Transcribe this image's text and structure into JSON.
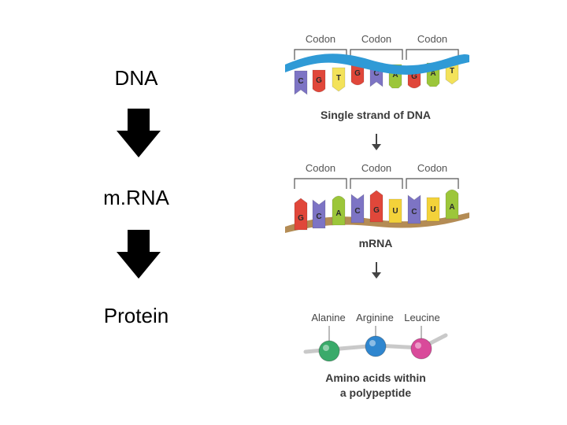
{
  "flow": {
    "dna": "DNA",
    "mrna": "m.RNA",
    "protein": "Protein"
  },
  "figure": {
    "dna_codons": [
      "Codon",
      "Codon",
      "Codon"
    ],
    "dna_bases": [
      "C",
      "G",
      "T",
      "G",
      "C",
      "A",
      "G",
      "A",
      "T"
    ],
    "dna_caption": "Single strand of DNA",
    "mrna_codons": [
      "Codon",
      "Codon",
      "Codon"
    ],
    "mrna_bases": [
      "G",
      "C",
      "A",
      "C",
      "G",
      "U",
      "C",
      "U",
      "A"
    ],
    "mrna_caption": "mRNA",
    "amino_acids": [
      "Alanine",
      "Arginine",
      "Leucine"
    ],
    "protein_caption_line1": "Amino acids within",
    "protein_caption_line2": "a polypeptide"
  },
  "colors": {
    "C": "#7d74c4",
    "G": "#e0473a",
    "T": "#f3e25a",
    "A": "#9cc63a",
    "U": "#f3d23a",
    "dna_backbone": "#2f9ad6",
    "mrna_backbone": "#b48c55",
    "alanine": "#3aaa6a",
    "arginine": "#2f86cf",
    "leucine": "#d94a9a"
  }
}
